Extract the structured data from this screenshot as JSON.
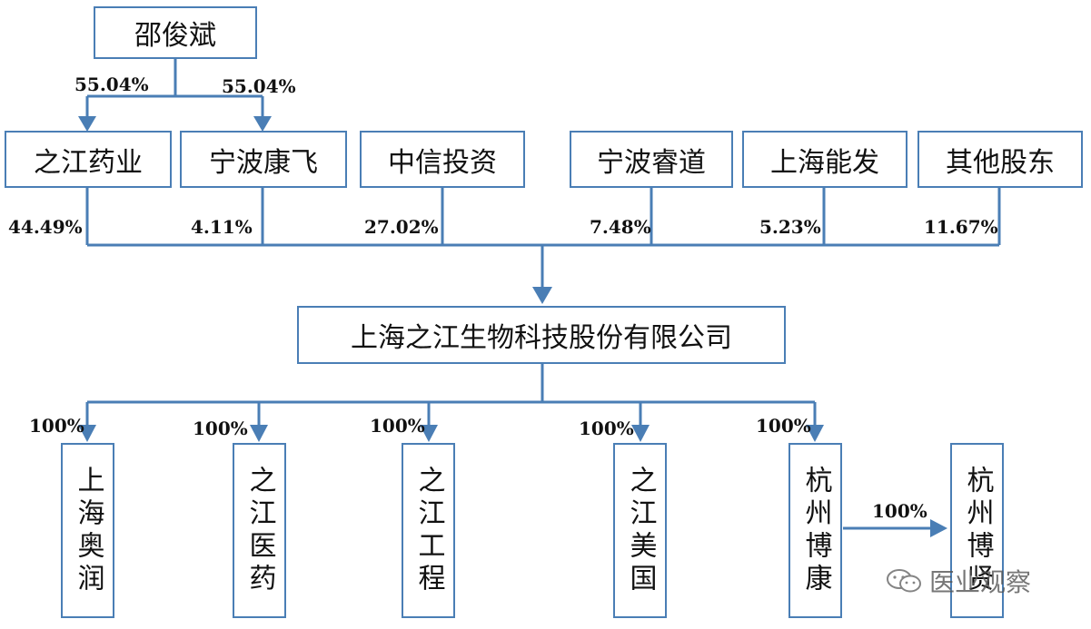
{
  "top_person": "邵俊斌",
  "top_links": [
    "55.04%",
    "55.04%"
  ],
  "shareholders": [
    {
      "name": "之江药业",
      "pct": "44.49%"
    },
    {
      "name": "宁波康飞",
      "pct": "4.11%"
    },
    {
      "name": "中信投资",
      "pct": "27.02%"
    },
    {
      "name": "宁波睿道",
      "pct": "7.48%"
    },
    {
      "name": "上海能发",
      "pct": "5.23%"
    },
    {
      "name": "其他股东",
      "pct": "11.67%"
    }
  ],
  "company": "上海之江生物科技股份有限公司",
  "subsidiaries": [
    {
      "name": "上海奥润",
      "pct": "100%"
    },
    {
      "name": "之江医药",
      "pct": "100%"
    },
    {
      "name": "之江工程",
      "pct": "100%"
    },
    {
      "name": "之江美国",
      "pct": "100%"
    },
    {
      "name": "杭州博康",
      "pct": "100%"
    }
  ],
  "sub_subsidiary": {
    "name": "杭州博贤",
    "pct": "100%"
  },
  "watermark": "医业观察",
  "colors": {
    "line": "#4a7eb5",
    "text": "#111111"
  }
}
